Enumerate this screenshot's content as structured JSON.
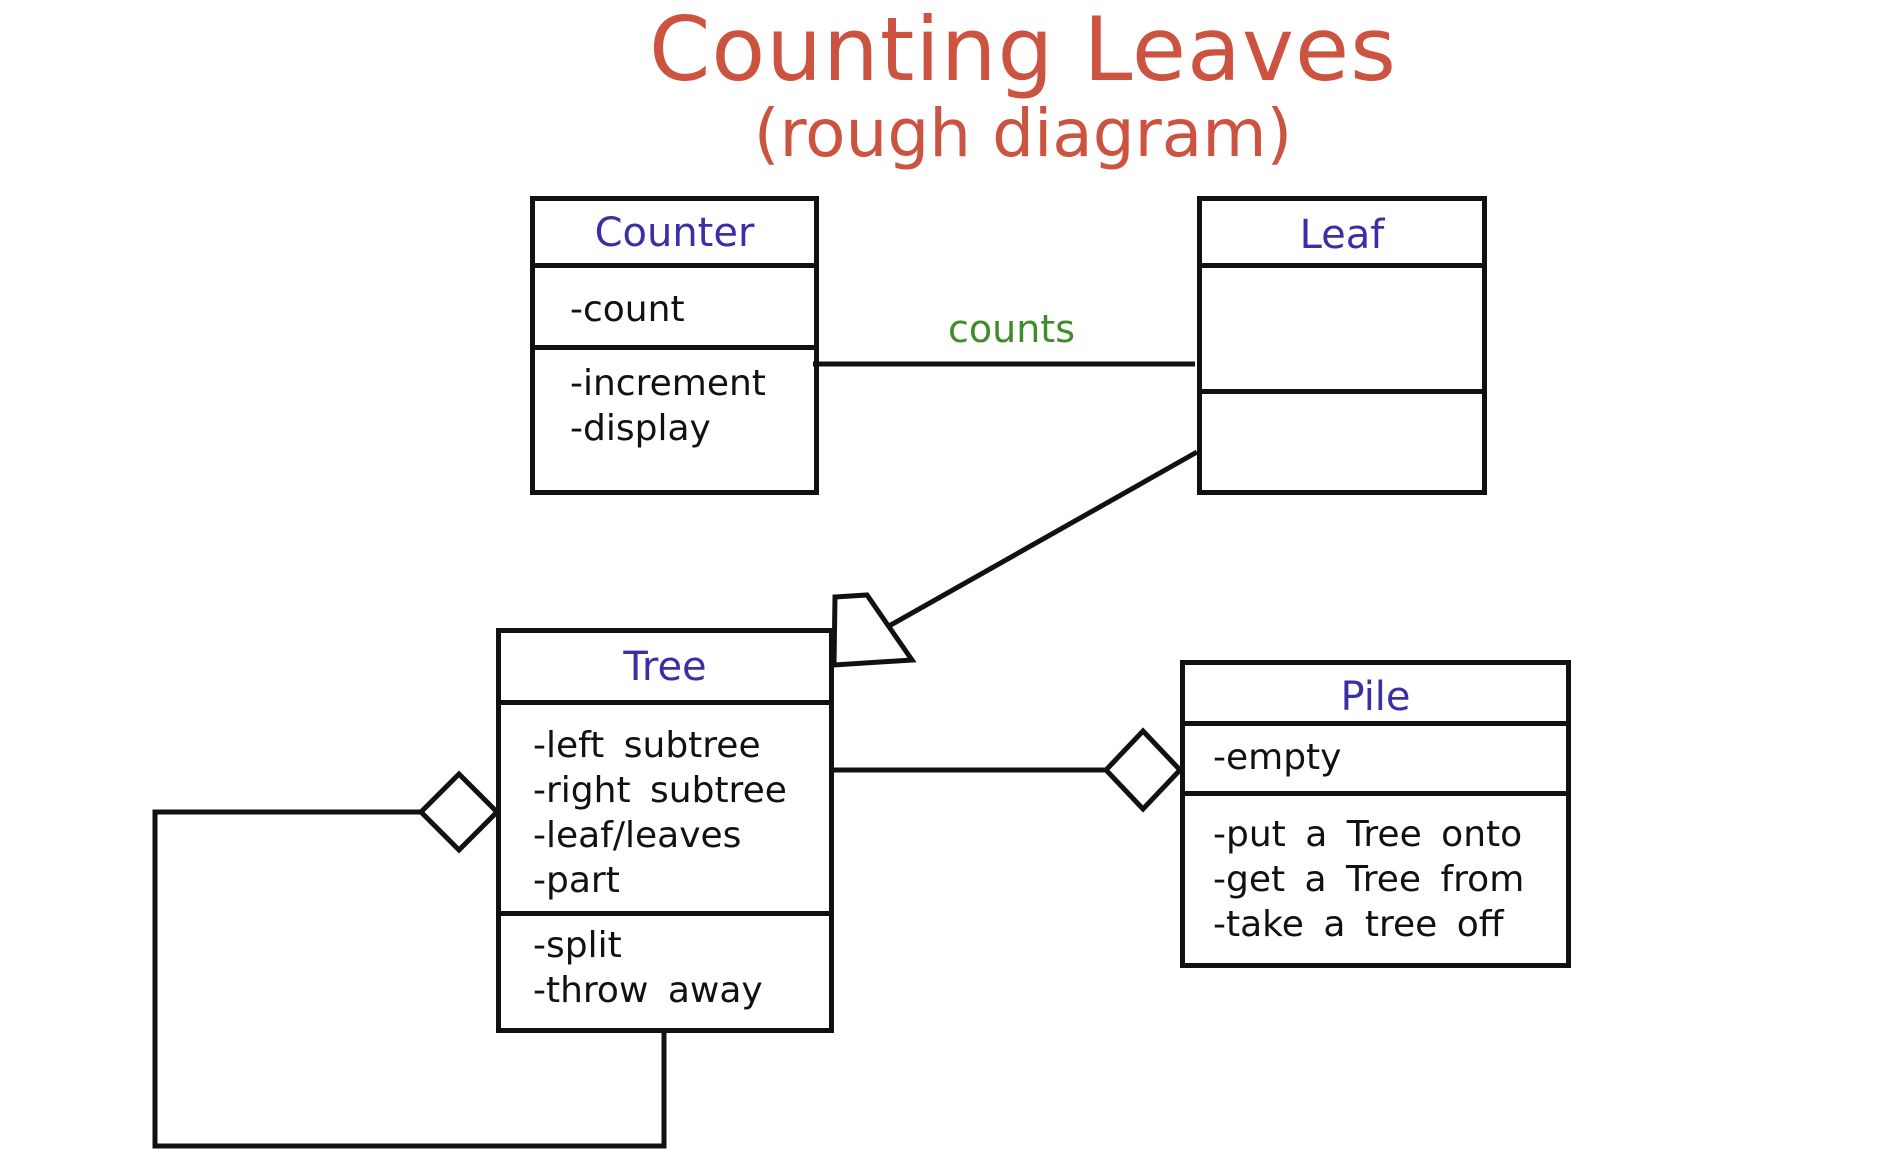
{
  "title": "Counting Leaves",
  "subtitle": "(rough diagram)",
  "colors": {
    "title": "#cd5341",
    "class_name": "#3a2fa6",
    "association_label": "#3e8c2a",
    "lines": "#111111"
  },
  "classes": {
    "counter": {
      "name": "Counter",
      "attributes": [
        "-count"
      ],
      "operations": [
        "-increment",
        "-display"
      ]
    },
    "leaf": {
      "name": "Leaf",
      "attributes": [],
      "operations": []
    },
    "tree": {
      "name": "Tree",
      "attributes": [
        "-left subtree",
        "-right subtree",
        "-leaf/leaves",
        "-part"
      ],
      "operations": [
        "-split",
        "-throw away"
      ]
    },
    "pile": {
      "name": "Pile",
      "attributes": [
        "-empty"
      ],
      "operations": [
        "-put a Tree onto",
        "-get a Tree from",
        "-take a tree off"
      ]
    }
  },
  "relationships": [
    {
      "from": "Counter",
      "to": "Leaf",
      "kind": "association",
      "label": "counts"
    },
    {
      "from": "Leaf",
      "to": "Tree",
      "kind": "generalization"
    },
    {
      "from": "Tree",
      "to": "Pile",
      "kind": "aggregation"
    },
    {
      "from": "Tree",
      "to": "Tree",
      "kind": "aggregation"
    }
  ]
}
